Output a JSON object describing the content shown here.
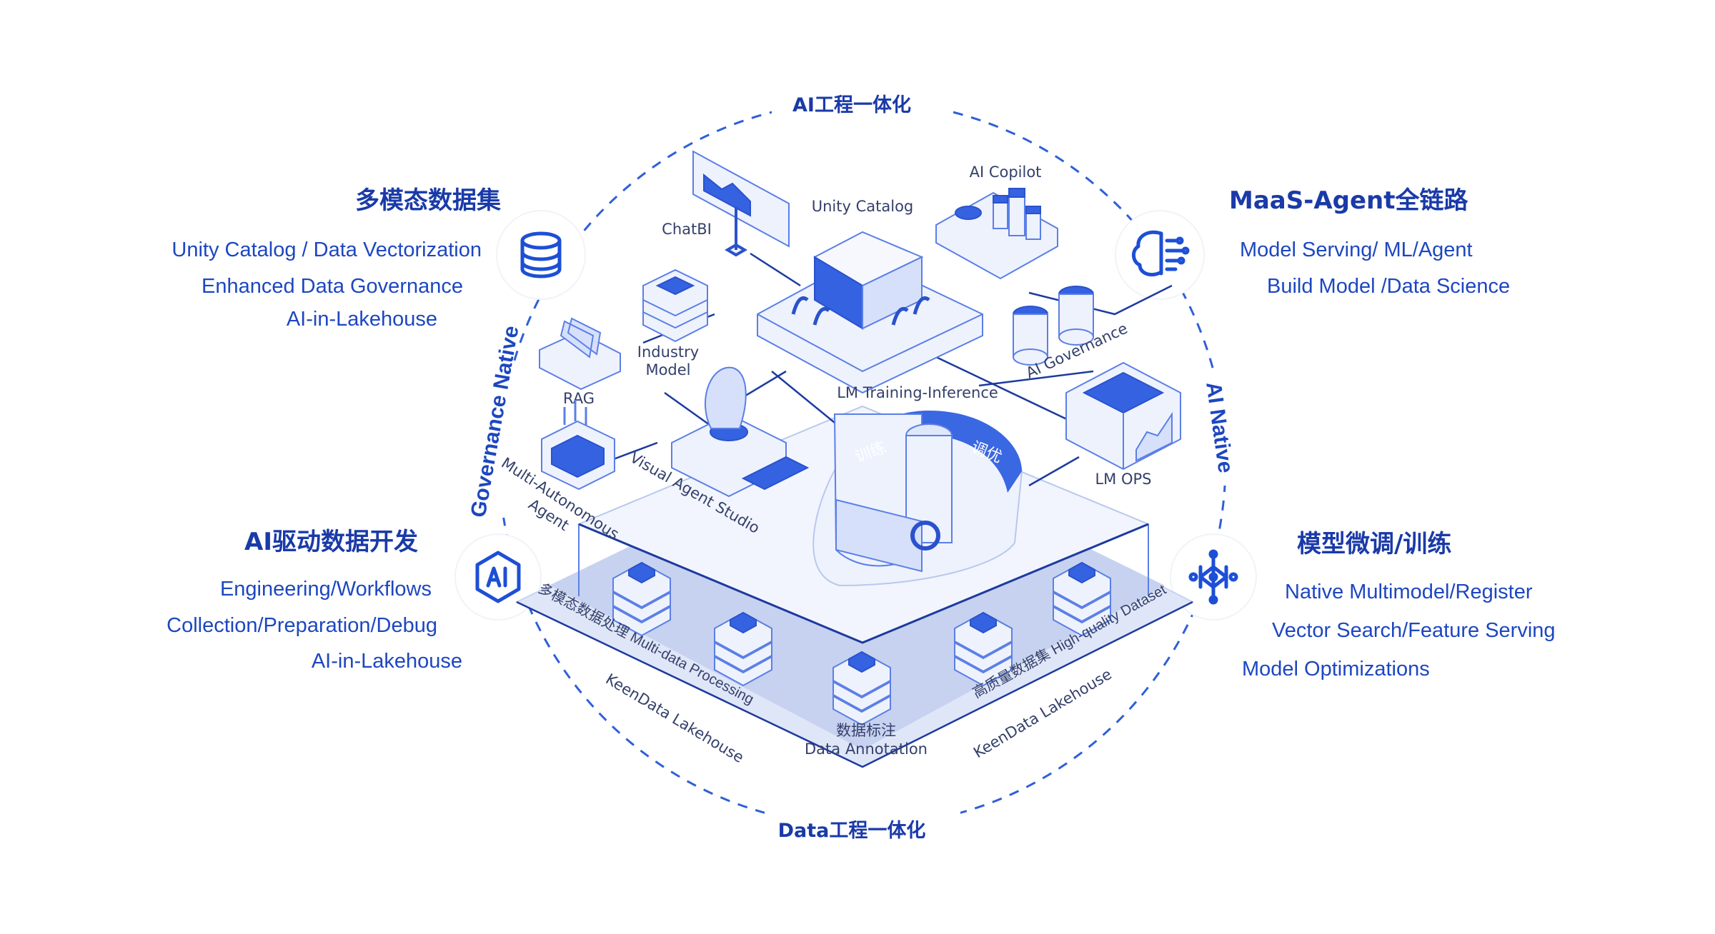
{
  "ring": {
    "top": "AI工程一体化",
    "bottom": "Data工程一体化",
    "left": "Governance Native",
    "right": "AI Native"
  },
  "panels": {
    "top_left": {
      "title": "多模态数据集",
      "lines": [
        "Unity Catalog / Data Vectorization",
        "Enhanced Data Governance",
        "AI-in-Lakehouse"
      ],
      "icon": "database-icon"
    },
    "bottom_left": {
      "title": "AI驱动数据开发",
      "lines": [
        "Engineering/Workflows",
        "Collection/Preparation/Debug",
        "AI-in-Lakehouse"
      ],
      "icon": "ai-hexagon-icon"
    },
    "top_right": {
      "title": "MaaS-Agent全链路",
      "lines": [
        "Model Serving/ ML/Agent",
        "Build Model /Data Science"
      ],
      "icon": "brain-circuit-icon"
    },
    "bottom_right": {
      "title": "模型微调/训练",
      "lines": [
        "Native Multimodel/Register",
        "Vector Search/Feature Serving",
        "Model Optimizations"
      ],
      "icon": "neural-network-icon"
    }
  },
  "illustration": {
    "chatbi": "ChatBI",
    "unity_catalog": "Unity Catalog",
    "ai_copilot": "AI Copilot",
    "industry_model": [
      "Industry",
      "Model"
    ],
    "rag": "RAG",
    "ai_governance": "AI Governance",
    "lm_training": "LM Training-Inference",
    "lm_ops": "LM OPS",
    "multi_agent": [
      "Multi-Autonomous",
      "Agent"
    ],
    "visual_agent": "Visual Agent Studio",
    "train": "训练",
    "tune": "调优",
    "multi_data": "多模态数据处理 Multi-data Processing",
    "hq_dataset": "高质量数据集 High-quality Dataset",
    "annotation": [
      "数据标注",
      "Data Annotation"
    ],
    "lakehouse_left": "KeenData Lakehouse",
    "lakehouse_right": "KeenData Lakehouse"
  },
  "colors": {
    "primary": "#1d47c0",
    "heading": "#1a3aa8",
    "accent": "#3562e0"
  }
}
